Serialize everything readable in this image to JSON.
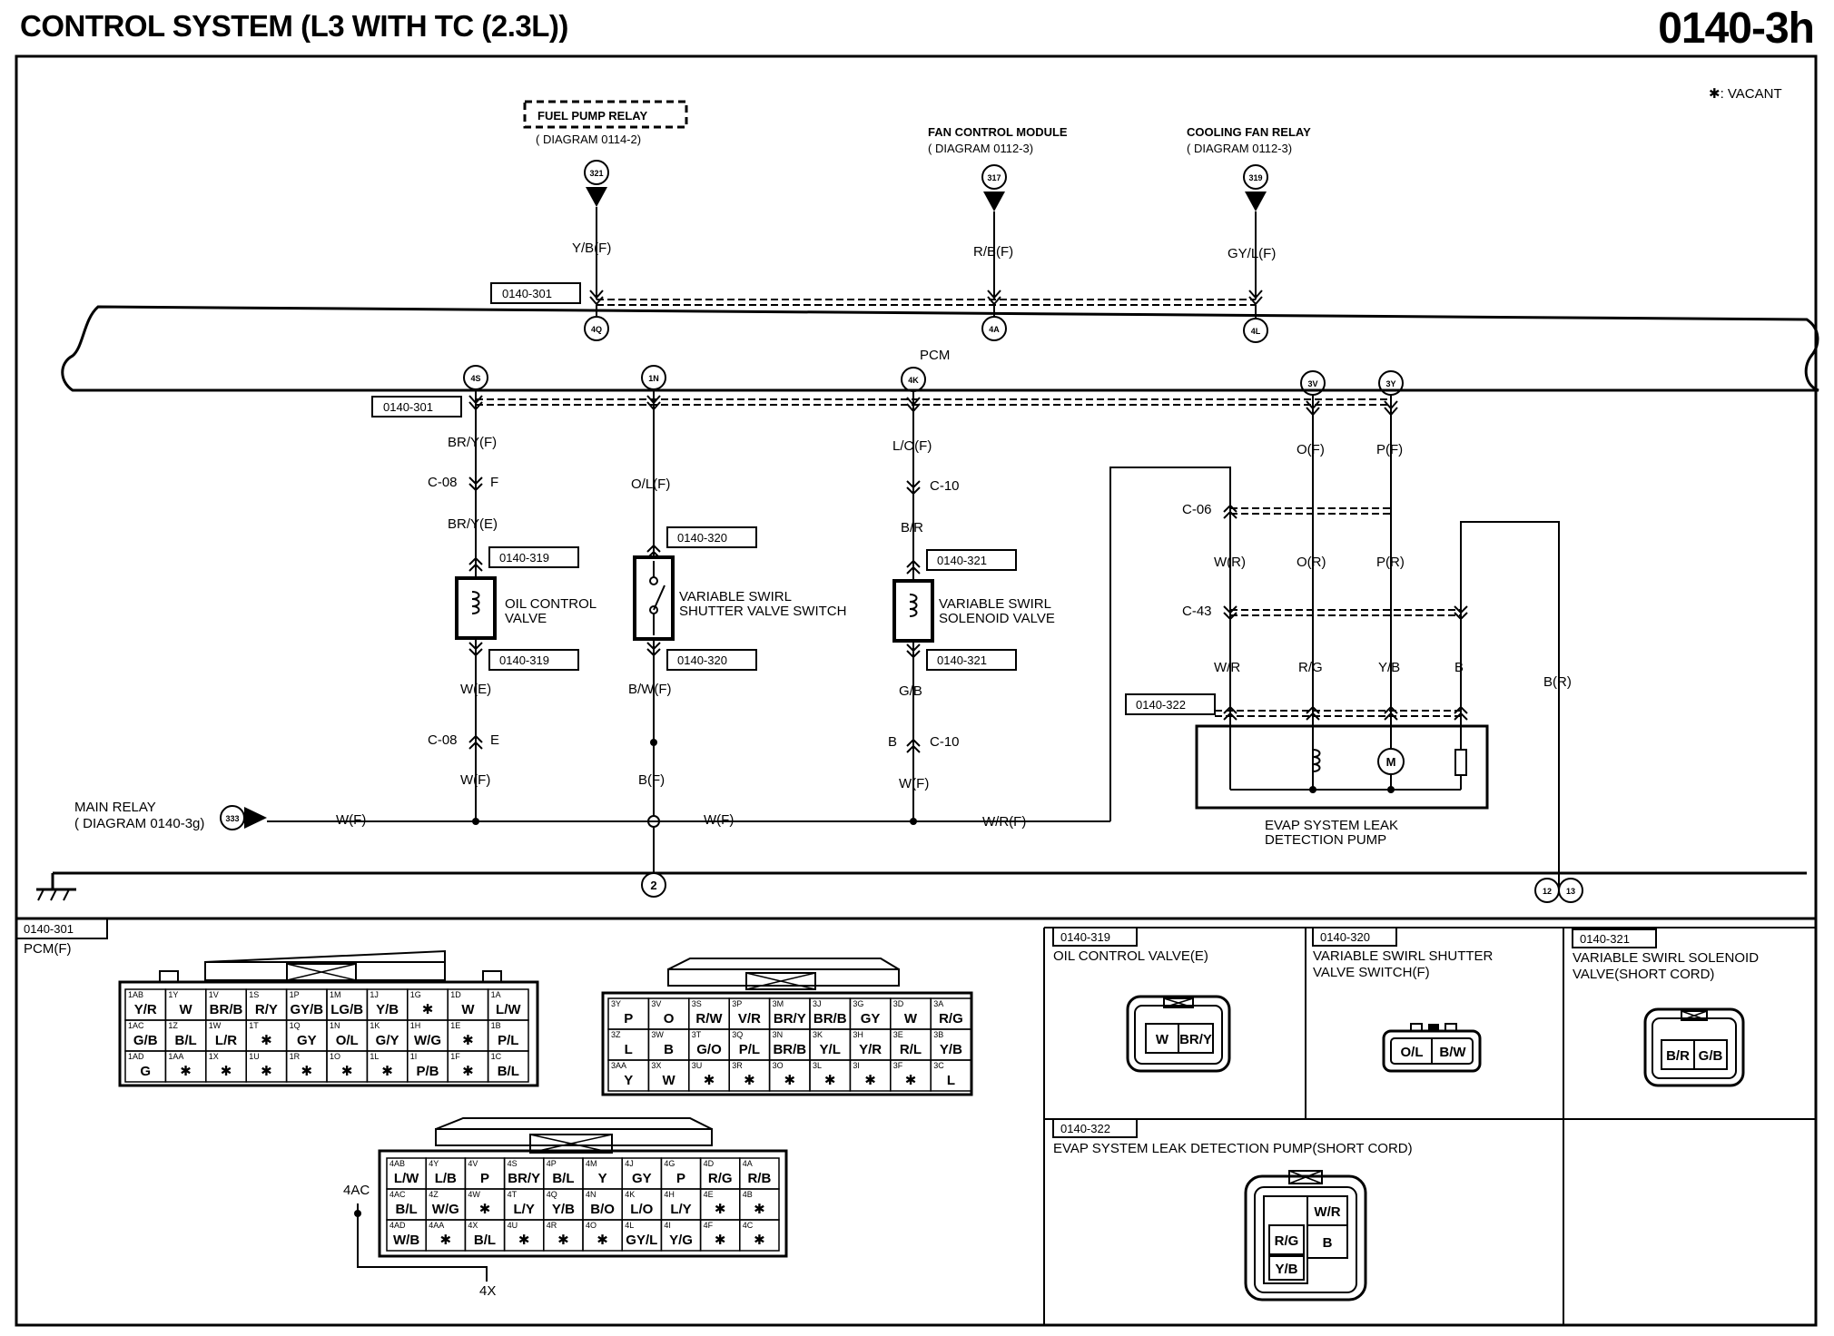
{
  "title": "CONTROL SYSTEM (L3 WITH TC (2.3L))",
  "page_code": "0140-3h",
  "vacant_legend": "✱: VACANT",
  "upper": {
    "fuel_pump_relay": {
      "name": "FUEL PUMP RELAY",
      "ref": "( DIAGRAM 0114-2)",
      "terminal": "321",
      "wire": "Y/B(F)",
      "pin": "4Q"
    },
    "fan_control_module": {
      "name": "FAN CONTROL MODULE",
      "ref": "( DIAGRAM 0112-3)",
      "terminal": "317",
      "wire": "R/B(F)",
      "pin": "4A"
    },
    "cooling_fan_relay": {
      "name": "COOLING FAN RELAY",
      "ref": "( DIAGRAM 0112-3)",
      "terminal": "319",
      "wire": "GY/L(F)",
      "pin": "4L"
    },
    "connector_ref_top": "0140-301",
    "pcm_label": "PCM",
    "connector_ref_mid": "0140-301"
  },
  "pcm_pins": [
    "4S",
    "1N",
    "4K",
    "3V",
    "3Y"
  ],
  "circuits": {
    "oil": {
      "wire1": "BR/Y(F)",
      "conn": "C-08",
      "conn_pin": "F",
      "wire2": "BR/Y(E)",
      "ref": "0140-319",
      "name1": "OIL CONTROL",
      "name2": "VALVE",
      "wire3": "W(E)",
      "conn2_pin": "E",
      "wire4": "W(F)"
    },
    "switch": {
      "wire1": "O/L(F)",
      "ref": "0140-320",
      "name1": "VARIABLE SWIRL",
      "name2": "SHUTTER VALVE SWITCH",
      "wire2": "B/W(F)",
      "wire3": "B(F)"
    },
    "solenoid": {
      "wire1": "L/O(F)",
      "conn": "C-10",
      "wire2": "B/R",
      "ref": "0140-321",
      "name1": "VARIABLE SWIRL",
      "name2": "SOLENOID VALVE",
      "wire3": "G/B",
      "conn2_pin": "B",
      "wire4": "W(F)"
    },
    "evap": {
      "wire_o": "O(F)",
      "wire_p": "P(F)",
      "conn1": "C-06",
      "conn2": "C-43",
      "wr": "W(R)",
      "or": "O(R)",
      "pr": "P(R)",
      "wr2": "W/R",
      "rg": "R/G",
      "yb": "Y/B",
      "b": "B",
      "br": "B(R)",
      "ref": "0140-322",
      "name1": "EVAP SYSTEM LEAK",
      "name2": "DETECTION PUMP",
      "motor": "M"
    }
  },
  "main_relay": {
    "name": "MAIN RELAY",
    "ref": "( DIAGRAM 0140-3g)",
    "terminal": "333",
    "wire1": "W(F)",
    "wire2": "W(F)",
    "wire3": "W/R(F)"
  },
  "grounds": [
    "2",
    "12",
    "13"
  ],
  "pcm_connector": {
    "ref": "0140-301",
    "name": "PCM(F)",
    "block1": {
      "rows": [
        [
          [
            "1AB",
            "Y/R"
          ],
          [
            "1Y",
            "W"
          ],
          [
            "1V",
            "BR/B"
          ],
          [
            "1S",
            "R/Y"
          ],
          [
            "1P",
            "GY/B"
          ],
          [
            "1M",
            "LG/B"
          ],
          [
            "1J",
            "Y/B"
          ],
          [
            "1G",
            "✱"
          ],
          [
            "1D",
            "W"
          ],
          [
            "1A",
            "L/W"
          ]
        ],
        [
          [
            "1AC",
            "G/B"
          ],
          [
            "1Z",
            "B/L"
          ],
          [
            "1W",
            "L/R"
          ],
          [
            "1T",
            "✱"
          ],
          [
            "1Q",
            "GY"
          ],
          [
            "1N",
            "O/L"
          ],
          [
            "1K",
            "G/Y"
          ],
          [
            "1H",
            "W/G"
          ],
          [
            "1E",
            "✱"
          ],
          [
            "1B",
            "P/L"
          ]
        ],
        [
          [
            "1AD",
            "G"
          ],
          [
            "1AA",
            "✱"
          ],
          [
            "1X",
            "✱"
          ],
          [
            "1U",
            "✱"
          ],
          [
            "1R",
            "✱"
          ],
          [
            "1O",
            "✱"
          ],
          [
            "1L",
            "✱"
          ],
          [
            "1I",
            "P/B"
          ],
          [
            "1F",
            "✱"
          ],
          [
            "1C",
            "B/L"
          ]
        ]
      ]
    },
    "block2": {
      "rows": [
        [
          [
            "3Y",
            "P"
          ],
          [
            "3V",
            "O"
          ],
          [
            "3S",
            "R/W"
          ],
          [
            "3P",
            "V/R"
          ],
          [
            "3M",
            "BR/Y"
          ],
          [
            "3J",
            "BR/B"
          ],
          [
            "3G",
            "GY"
          ],
          [
            "3D",
            "W"
          ],
          [
            "3A",
            "R/G"
          ]
        ],
        [
          [
            "3Z",
            "L"
          ],
          [
            "3W",
            "B"
          ],
          [
            "3T",
            "G/O"
          ],
          [
            "3Q",
            "P/L"
          ],
          [
            "3N",
            "BR/B"
          ],
          [
            "3K",
            "Y/L"
          ],
          [
            "3H",
            "Y/R"
          ],
          [
            "3E",
            "R/L"
          ],
          [
            "3B",
            "Y/B"
          ]
        ],
        [
          [
            "3AA",
            "Y"
          ],
          [
            "3X",
            "W"
          ],
          [
            "3U",
            "✱"
          ],
          [
            "3R",
            "✱"
          ],
          [
            "3O",
            "✱"
          ],
          [
            "3L",
            "✱"
          ],
          [
            "3I",
            "✱"
          ],
          [
            "3F",
            "✱"
          ],
          [
            "3C",
            "L"
          ]
        ]
      ]
    },
    "block3": {
      "rows": [
        [
          [
            "4AB",
            "L/W"
          ],
          [
            "4Y",
            "L/B"
          ],
          [
            "4V",
            "P"
          ],
          [
            "4S",
            "BR/Y"
          ],
          [
            "4P",
            "B/L"
          ],
          [
            "4M",
            "Y"
          ],
          [
            "4J",
            "GY"
          ],
          [
            "4G",
            "P"
          ],
          [
            "4D",
            "R/G"
          ],
          [
            "4A",
            "R/B"
          ]
        ],
        [
          [
            "4AC",
            "B/L"
          ],
          [
            "4Z",
            "W/G"
          ],
          [
            "4W",
            "✱"
          ],
          [
            "4T",
            "L/Y"
          ],
          [
            "4Q",
            "Y/B"
          ],
          [
            "4N",
            "B/O"
          ],
          [
            "4K",
            "L/O"
          ],
          [
            "4H",
            "L/Y"
          ],
          [
            "4E",
            "✱"
          ],
          [
            "4B",
            "✱"
          ]
        ],
        [
          [
            "4AD",
            "W/B"
          ],
          [
            "4AA",
            "✱"
          ],
          [
            "4X",
            "B/L"
          ],
          [
            "4U",
            "✱"
          ],
          [
            "4R",
            "✱"
          ],
          [
            "4O",
            "✱"
          ],
          [
            "4L",
            "GY/L"
          ],
          [
            "4I",
            "Y/G"
          ],
          [
            "4F",
            "✱"
          ],
          [
            "4C",
            "✱"
          ]
        ]
      ],
      "side_label_top": "4AC",
      "side_label_bottom": "4X"
    }
  },
  "oil_valve_conn": {
    "ref": "0140-319",
    "name": "OIL CONTROL VALVE(E)",
    "pins": [
      "W",
      "BR/Y"
    ]
  },
  "switch_conn": {
    "ref": "0140-320",
    "name1": "VARIABLE SWIRL SHUTTER",
    "name2": "VALVE SWITCH(F)",
    "pins": [
      "O/L",
      "B/W"
    ]
  },
  "solenoid_conn": {
    "ref": "0140-321",
    "name1": "VARIABLE SWIRL SOLENOID",
    "name2": "VALVE(SHORT CORD)",
    "pins": [
      "B/R",
      "G/B"
    ]
  },
  "evap_conn": {
    "ref": "0140-322",
    "name": "EVAP SYSTEM LEAK DETECTION PUMP(SHORT CORD)",
    "pins": [
      "W/R",
      "R/G",
      "B",
      "Y/B"
    ]
  }
}
